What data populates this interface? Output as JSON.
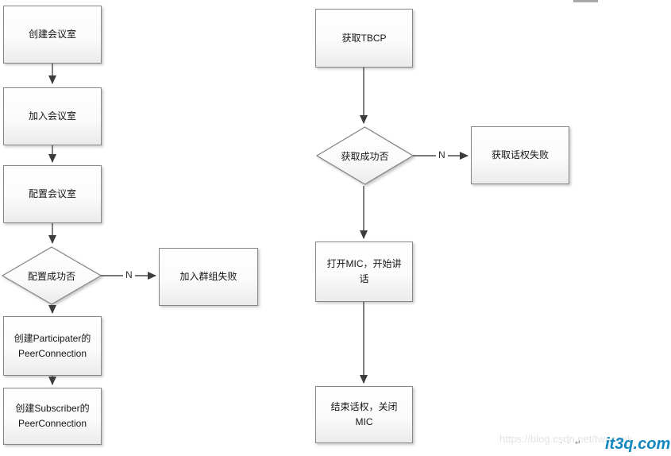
{
  "meta": {
    "colors": {
      "node_border": "#858585",
      "node_fill_top": "#ffffff",
      "node_fill_bottom": "#ebebeb",
      "arrow_line": "#4a4a4a",
      "logo_blue": "#1288c1",
      "watermark_gray": "#e3e3e3"
    }
  },
  "flowchart": {
    "left": {
      "no_label": "N",
      "nodes": {
        "create_room": {
          "type": "process",
          "lines": [
            "创建会议室"
          ]
        },
        "join_room": {
          "type": "process",
          "lines": [
            "加入会议室"
          ]
        },
        "config_room": {
          "type": "process",
          "lines": [
            "配置会议室"
          ]
        },
        "config_success": {
          "type": "decision",
          "lines": [
            "配置成功否"
          ]
        },
        "join_group_fail": {
          "type": "process",
          "lines": [
            "加入群组失败"
          ]
        },
        "create_participater": {
          "type": "process",
          "lines": [
            "创建Participater的",
            "PeerConnection"
          ]
        },
        "create_subscriber": {
          "type": "process",
          "lines": [
            "创建Subscriber的",
            "PeerConnection"
          ]
        }
      }
    },
    "right": {
      "no_label": "N",
      "nodes": {
        "get_tbcp": {
          "type": "process",
          "lines": [
            "获取TBCP"
          ]
        },
        "get_success": {
          "type": "decision",
          "lines": [
            "获取成功否"
          ]
        },
        "get_floor_fail": {
          "type": "process",
          "lines": [
            "获取话权失败"
          ]
        },
        "open_mic": {
          "type": "process",
          "lines": [
            "打开MIC，开始讲",
            "话"
          ]
        },
        "end_floor": {
          "type": "process",
          "lines": [
            "结束话权，关闭",
            "MIC"
          ]
        }
      }
    }
  },
  "watermark": {
    "url_text": "https://blog.csdn.net/twoconk",
    "marks": "· · ↵",
    "logo_text": "it3q.com"
  }
}
